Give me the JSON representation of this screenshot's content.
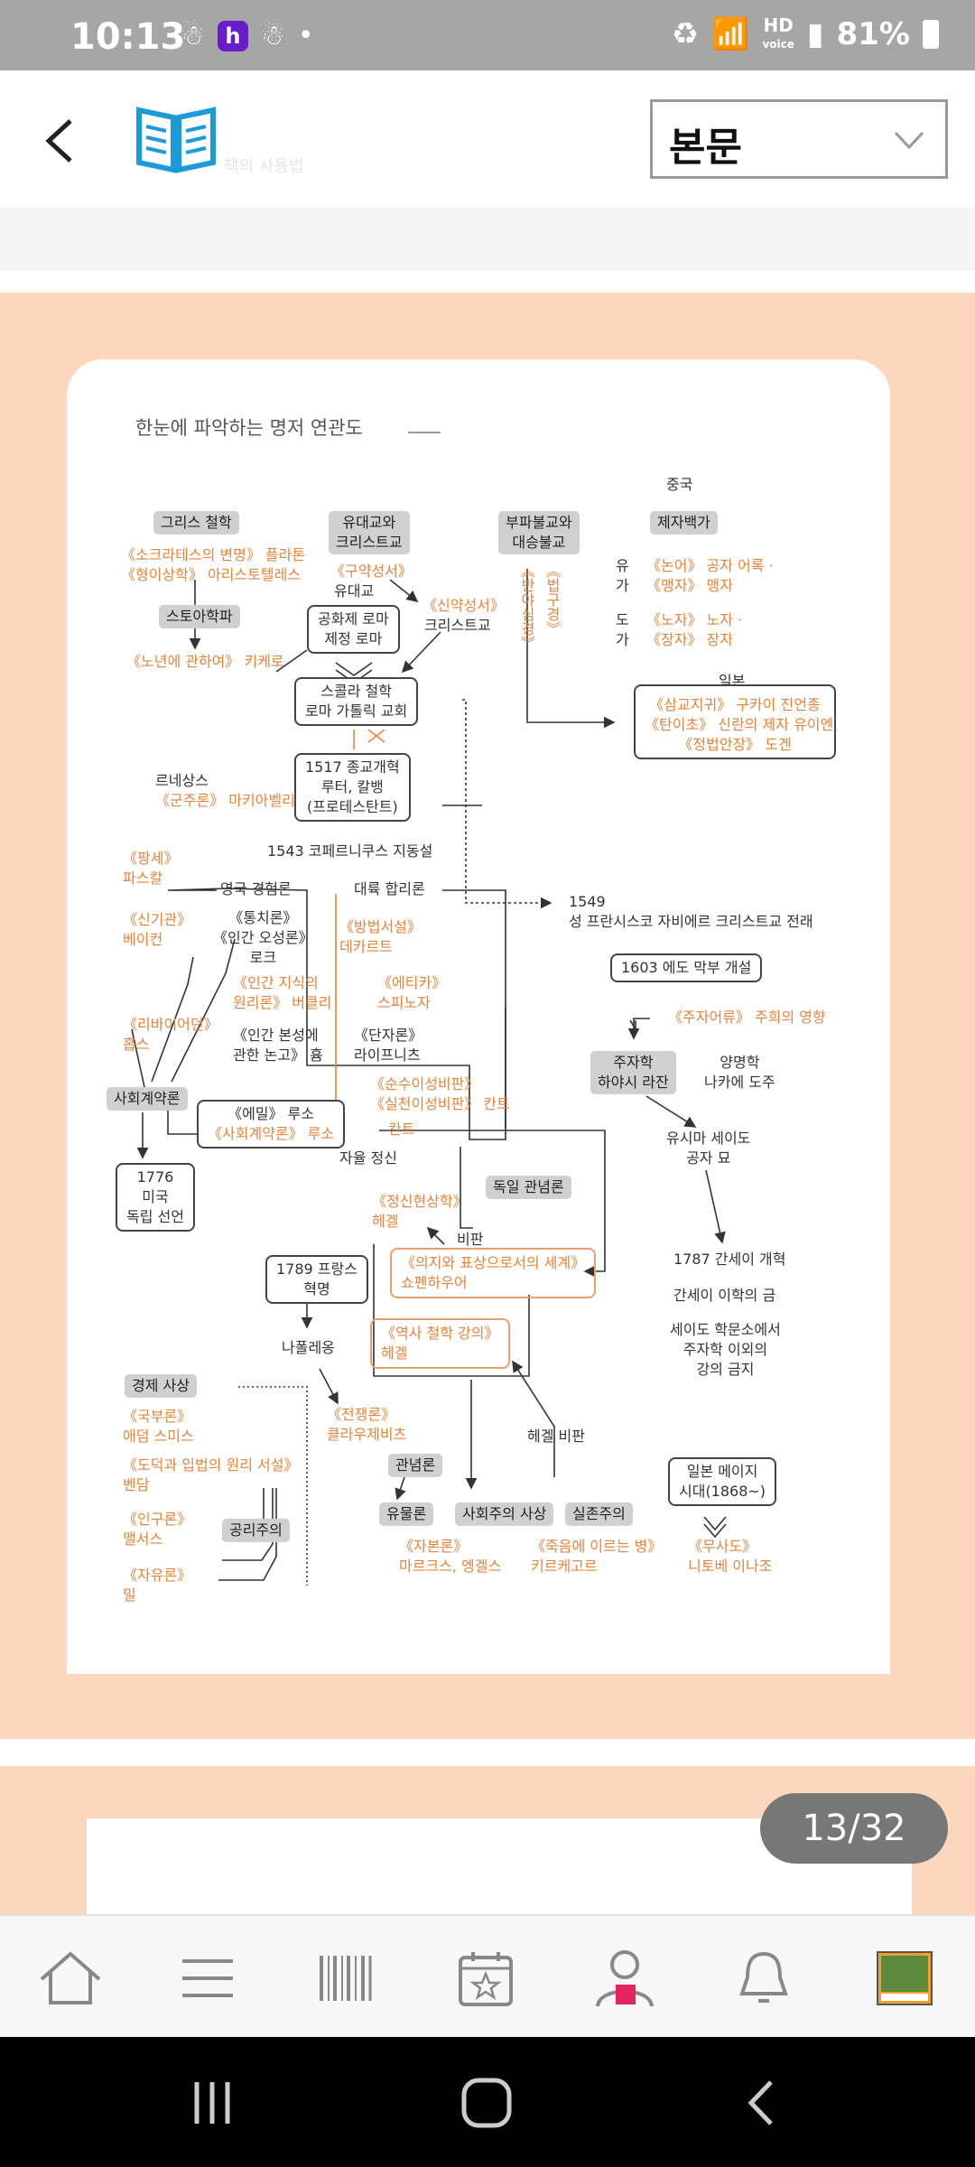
{
  "status_bar": {
    "time": "10:13",
    "dot": "•",
    "hd_line1": "HD",
    "hd_line2": "voice",
    "battery": "81%"
  },
  "app_bar": {
    "book_caption": "책의 사용법",
    "section_select": {
      "selected": "본문"
    }
  },
  "diagram": {
    "title": "한눈에 파악하는 명저 연관도",
    "labels": {
      "greek": "그리스 철학",
      "greek_w1": "《소크라테스의 변명》 플라톤",
      "greek_w2": "《형이상학》 아리스토텔레스",
      "stoic": "스토아학파",
      "cicero": "《노년에 관하여》 키케로",
      "judaism": "유대교와\n크리스트교",
      "ot": "《구약성서》",
      "judaism_txt": "유대교",
      "nt": "《신약성서》",
      "christ": "크리스트교",
      "rome": "공화제 로마\n제정 로마",
      "scholastic": "스콜라 철학\n로마 가톨릭 교회",
      "reform": "1517 종교개혁\n루터, 칼뱅\n(프로테스탄트)",
      "renaissance": "르네상스",
      "prince": "《군주론》 마키아벨리",
      "copernicus": "1543 코페르니쿠스 지동설",
      "buddhism": "부파불교와\n대승불교",
      "sutra1": "《반야심경》",
      "sutra2": "《법구경》",
      "china": "중국",
      "hundred": "제자백가",
      "ru": "유\n가",
      "analects": "《논어》 공자 어록 ·",
      "mencius": "《맹자》 맹자",
      "dao": "도\n가",
      "laozi": "《노자》 노자 ·",
      "zhuangzi": "《장자》 장자",
      "japan": "일본",
      "jp1": "《삼교지귀》 구카이 진언종",
      "jp2": "《탄이초》 신란의 제자 유이엔",
      "jp3": "《정법안장》 도겐",
      "pensees": "《팡세》\n파스칼",
      "organon": "《신기관》\n베이컨",
      "british": "영국 경험론",
      "continental": "대륙 합리론",
      "treatises": "《통치론》\n《인간 오성론》\n로크",
      "berkeley": "《인간 지식의\n원리론》 버클리",
      "hume": "《인간 본성에\n관한 논고》 흄",
      "discourse": "《방법서설》\n데카르트",
      "ethics": "《에티카》\n스피노자",
      "monad": "《단자론》\n라이프니츠",
      "leviathan": "《리바이어던》\n홉스",
      "social": "사회계약론",
      "emile": "《에밀》 루소",
      "contract": "《사회계약론》 루소",
      "us": "1776\n미국\n독립 선언",
      "critique": "《순수이성비판》\n《실천이성비판》 칸트",
      "kant": "칸트",
      "autonomy": "자율 정신",
      "xavier": "1549\n성 프란시스코 자비에르 크리스트교 전래",
      "edo": "1603 에도 막부 개설",
      "zhuzi": "《주자어류》 주희의 영향",
      "shushi": "주자학\n하야시 라잔",
      "yomei": "양명학\n나카에 도주",
      "yushima": "유시마 세이도\n공자 묘",
      "idealism": "독일 관념론",
      "phenom": "《정신현상학》\n헤겔",
      "critique2": "비판",
      "will": "《의지와 표상으로서의 세계》\n쇼펜하우어",
      "history": "《역사 철학 강의》\n헤겔",
      "kansei": "1787 간세이 개혁",
      "ban": "간세이 이학의 금",
      "seido": "세이도 학문소에서\n주자학 이외의\n강의 금지",
      "french": "1789 프랑스\n혁명",
      "napoleon": "나폴레옹",
      "war": "《전쟁론》\n클라우제비츠",
      "economics": "경제 사상",
      "wealth": "《국부론》\n애덤 스미스",
      "bentham": "《도덕과 입법의 원리 서설》\n벤담",
      "malthus": "《인구론》\n맬서스",
      "util": "공리주의",
      "liberty": "《자유론》\n밀",
      "idealism2": "관념론",
      "material": "유물론",
      "socialism": "사회주의 사상",
      "exist": "실존주의",
      "hegelcrit": "헤겔 비판",
      "capital": "《자본론》\n마르크스, 엥겔스",
      "sickness": "《죽음에 이르는 병》\n키르케고르",
      "meiji": "일본 메이지\n시대(1868~)",
      "bushido": "《무사도》\n니토베 이나조"
    }
  },
  "page_counter": "13/32",
  "colors": {
    "page_bg": "#fcd7bd",
    "accent_orange": "#e8833a",
    "gray_box": "#d0d0d0",
    "nav_active": "#e5245e",
    "status_bar": "#a6a6a6"
  },
  "bottom_nav": [
    {
      "icon": "home-icon"
    },
    {
      "icon": "menu-icon"
    },
    {
      "icon": "barcode-icon"
    },
    {
      "icon": "calendar-star-icon"
    },
    {
      "icon": "profile-icon"
    },
    {
      "icon": "bell-icon"
    },
    {
      "icon": "book-thumbnail-icon"
    }
  ]
}
